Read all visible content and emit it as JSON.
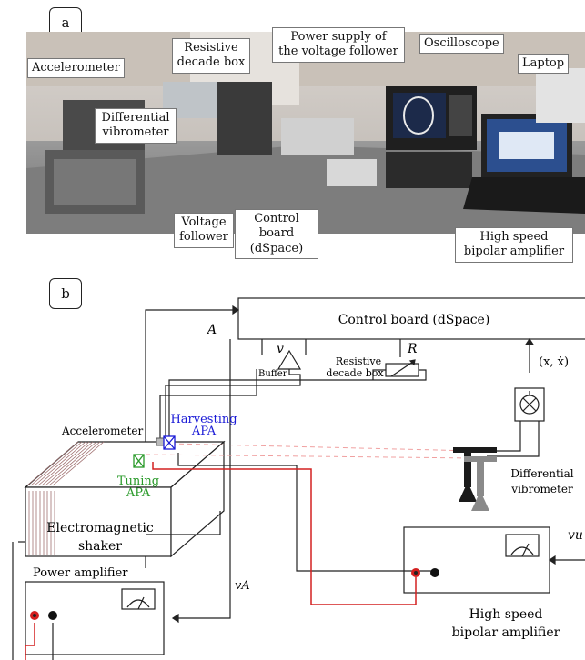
{
  "panel_a": {
    "label": "a",
    "callouts": {
      "accelerometer": "Accelerometer",
      "resistive_1": "Resistive",
      "resistive_2": "decade box",
      "differential_1": "Differential",
      "differential_2": "vibrometer",
      "power_supply_1": "Power supply of",
      "power_supply_2": "the voltage follower",
      "oscilloscope": "Oscilloscope",
      "laptop": "Laptop",
      "voltage_follower_1": "Voltage",
      "voltage_follower_2": "follower",
      "control_board_1": "Control board",
      "control_board_2": "(dSpace)",
      "bipolar_1": "High speed",
      "bipolar_2": "bipolar amplifier"
    }
  },
  "panel_b": {
    "label": "b",
    "control_board": "Control board (dSpace)",
    "signal_A": "A",
    "signal_v": "v",
    "signal_R": "R",
    "signal_xxdot": "(x, ẋ)",
    "buffer": "Buffer",
    "resistive_1": "Resistive",
    "resistive_2": "decade box",
    "accelerometer": "Accelerometer",
    "harvesting_1": "Harvesting",
    "harvesting_2": "APA",
    "tuning_1": "Tuning",
    "tuning_2": "APA",
    "shaker_1": "Electromagnetic",
    "shaker_2": "shaker",
    "differential_1": "Differential",
    "differential_2": "vibrometer",
    "power_amplifier": "Power amplifier",
    "signal_vA": "vA",
    "bipolar_1": "High speed",
    "bipolar_2": "bipolar amplifier",
    "signal_vu": "vu",
    "colors": {
      "harvesting": "#1a1ad6",
      "tuning": "#2a9a2a",
      "red_wire": "#d42020",
      "laser": "#f0a0a0"
    }
  }
}
